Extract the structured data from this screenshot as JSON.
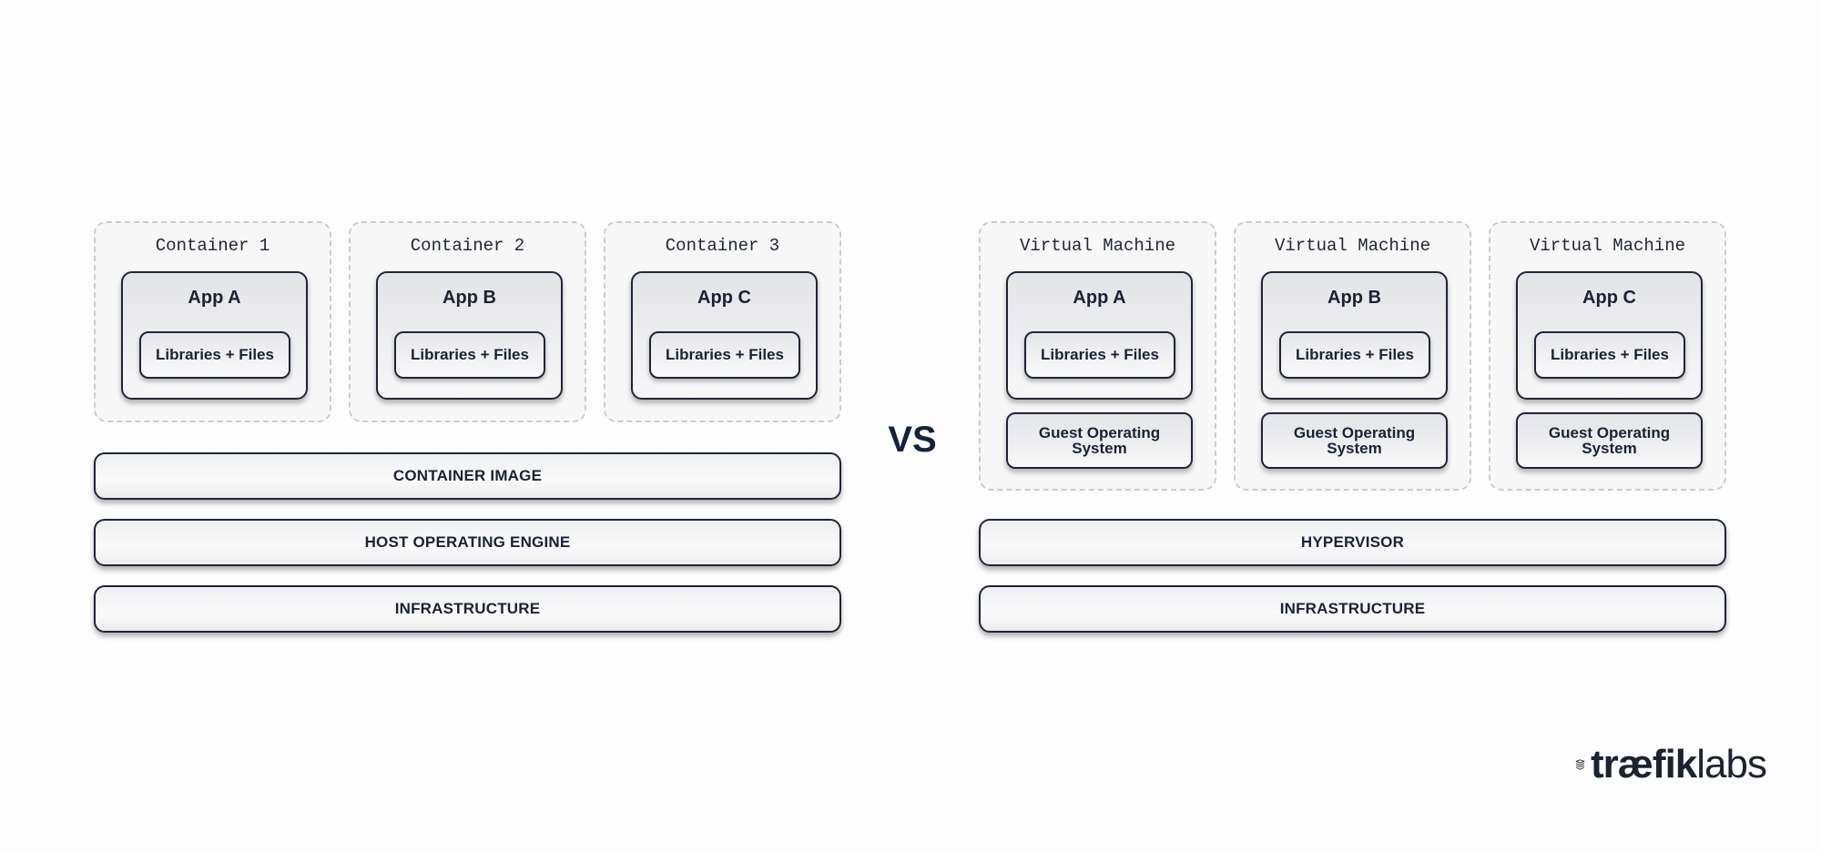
{
  "vs_label": "VS",
  "containers_side": {
    "groups": [
      {
        "title": "Container 1",
        "app": "App A",
        "libs": "Libraries + Files"
      },
      {
        "title": "Container 2",
        "app": "App B",
        "libs": "Libraries + Files"
      },
      {
        "title": "Container 3",
        "app": "App C",
        "libs": "Libraries + Files"
      }
    ],
    "layers": [
      "CONTAINER IMAGE",
      "HOST OPERATING ENGINE",
      "INFRASTRUCTURE"
    ]
  },
  "vm_side": {
    "groups": [
      {
        "title": "Virtual Machine",
        "app": "App A",
        "libs": "Libraries + Files",
        "os": "Guest Operating System"
      },
      {
        "title": "Virtual Machine",
        "app": "App B",
        "libs": "Libraries + Files",
        "os": "Guest Operating System"
      },
      {
        "title": "Virtual Machine",
        "app": "App C",
        "libs": "Libraries + Files",
        "os": "Guest Operating System"
      }
    ],
    "layers": [
      "HYPERVISOR",
      "INFRASTRUCTURE"
    ]
  },
  "logo": {
    "text_bold": "træfik",
    "text_light": "labs",
    "icon": "traefik-logo-icon"
  },
  "colors": {
    "ink": "#1b2233",
    "dashed_border": "#c9ccd1",
    "group_bg": "#f7f7f8"
  }
}
